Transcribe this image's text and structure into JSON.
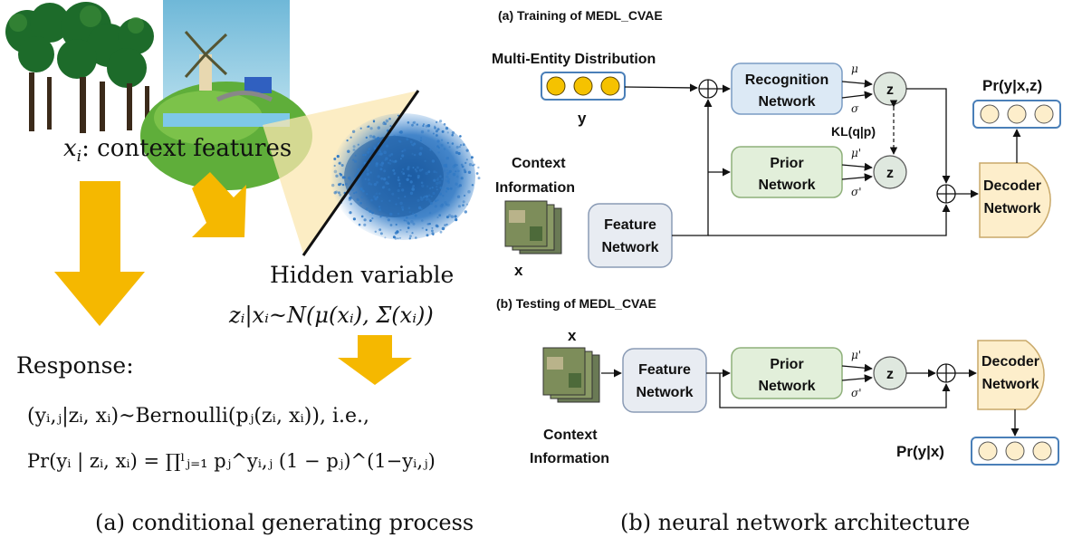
{
  "left": {
    "context_label_var": "x",
    "context_label_sub": "i",
    "context_label_text": ": context features",
    "hidden_title": "Hidden variable",
    "hidden_formula": "zᵢ|xᵢ~N(μ(xᵢ), Σ(xᵢ))",
    "response_label": "Response:",
    "response_line1": "(yᵢ,ⱼ|zᵢ, xᵢ)~Bernoulli(pⱼ(zᵢ, xᵢ)), i.e.,",
    "response_line2": "Pr(yᵢ | zᵢ, xᵢ) = ∏ˡⱼ₌₁ pⱼ^yᵢ,ⱼ (1 − pⱼ)^(1−yᵢ,ⱼ)",
    "caption": "(a) conditional generating process"
  },
  "right": {
    "title_a": "(a) Training of MEDL_CVAE",
    "title_b": "(b) Testing of MEDL_CVAE",
    "multi_entity": "Multi-Entity Distribution",
    "y_label": "y",
    "recognition": [
      "Recognition",
      "Network"
    ],
    "prior": [
      "Prior",
      "Network"
    ],
    "feature": [
      "Feature",
      "Network"
    ],
    "decoder": [
      "Decoder",
      "Network"
    ],
    "z_label": "z",
    "mu": "μ",
    "sigma": "σ",
    "mu_prime": "μ'",
    "sigma_prime": "σ'",
    "kl": "KL(q|p)",
    "context_info": [
      "Context",
      "Information"
    ],
    "x_label": "x",
    "pr_train": "Pr(y|x,z)",
    "pr_test": "Pr(y|x)",
    "caption": "(b) neural network architecture"
  },
  "colors": {
    "arrow_yellow": "#f5b800",
    "box_blue": "#dce9f5",
    "box_green": "#e2efda",
    "box_gray": "#e8ecf2",
    "decoder": "#fdeecb",
    "circle_fill": "#f5c200"
  }
}
